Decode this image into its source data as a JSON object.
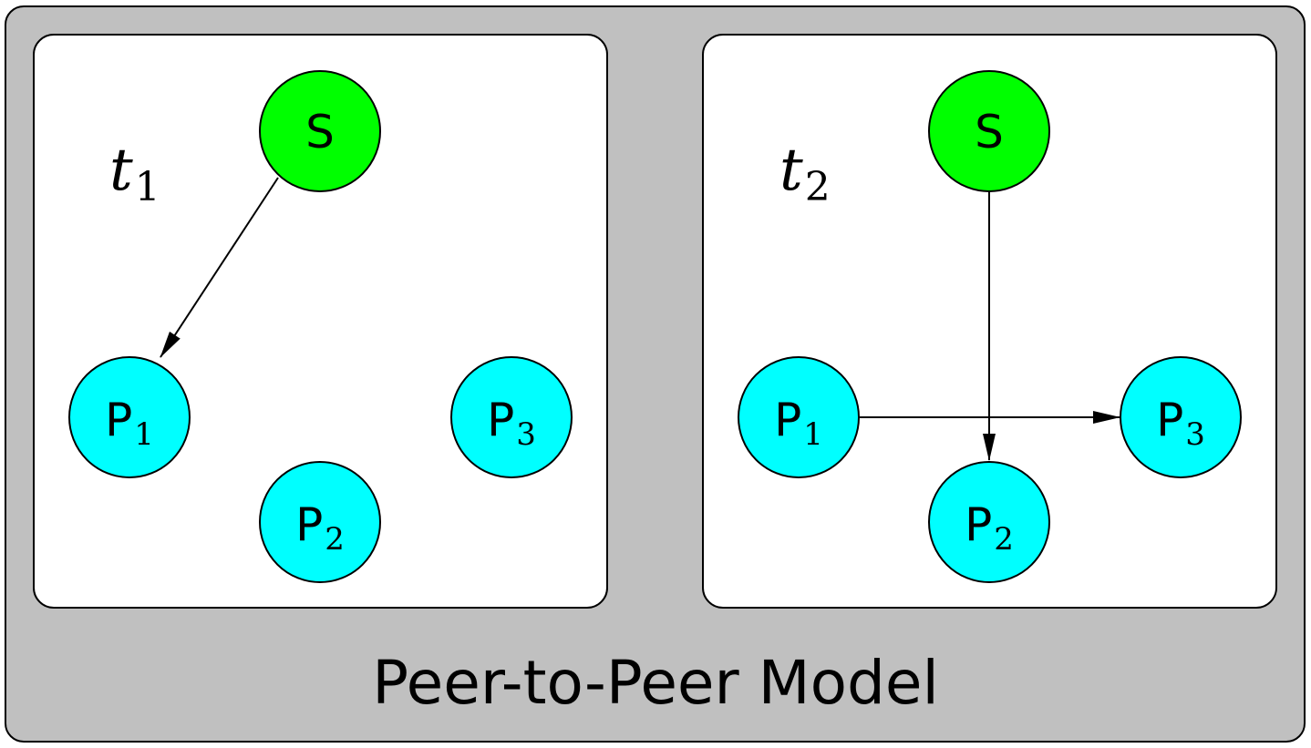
{
  "caption": "Peer-to-Peer Model",
  "colors": {
    "outer_bg": "#c0c0c0",
    "panel_bg": "#ffffff",
    "server_fill": "#00ff00",
    "peer_fill": "#00ffff",
    "stroke": "#000000"
  },
  "panels": [
    {
      "time_label": {
        "var": "t",
        "sub": "1"
      },
      "nodes": {
        "S": {
          "letter": "S",
          "sub": ""
        },
        "P1": {
          "letter": "P",
          "sub": "1"
        },
        "P2": {
          "letter": "P",
          "sub": "2"
        },
        "P3": {
          "letter": "P",
          "sub": "3"
        }
      },
      "edges": [
        {
          "from": "S",
          "to": "P1"
        }
      ]
    },
    {
      "time_label": {
        "var": "t",
        "sub": "2"
      },
      "nodes": {
        "S": {
          "letter": "S",
          "sub": ""
        },
        "P1": {
          "letter": "P",
          "sub": "1"
        },
        "P2": {
          "letter": "P",
          "sub": "2"
        },
        "P3": {
          "letter": "P",
          "sub": "3"
        }
      },
      "edges": [
        {
          "from": "S",
          "to": "P2"
        },
        {
          "from": "P1",
          "to": "P3"
        }
      ]
    }
  ]
}
